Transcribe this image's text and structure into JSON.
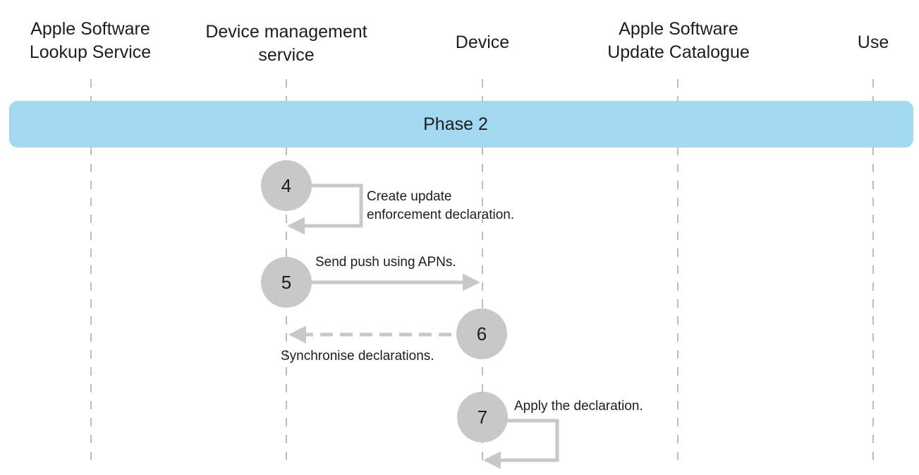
{
  "lanes": [
    {
      "id": "lookup",
      "title": "Apple Software\nLookup Service"
    },
    {
      "id": "dms",
      "title": "Device management\nservice"
    },
    {
      "id": "device",
      "title": "Device"
    },
    {
      "id": "catalogue",
      "title": "Apple Software\nUpdate Catalogue"
    },
    {
      "id": "user",
      "title": "Use"
    }
  ],
  "phase": {
    "label": "Phase 2",
    "color": "#a3d9f0"
  },
  "colors": {
    "step_circle": "#c8c8c8",
    "arrow": "#c8c8c8",
    "lifeline": "#9a9a9a",
    "text": "#1d1d1f"
  },
  "steps": [
    {
      "number": "4",
      "text_line1": "Create update",
      "text_line2": "enforcement declaration.",
      "from": "dms",
      "to": "dms",
      "style": "solid"
    },
    {
      "number": "5",
      "text": "Send push using APNs.",
      "from": "dms",
      "to": "device",
      "style": "solid"
    },
    {
      "number": "6",
      "text": "Synchronise declarations.",
      "from": "device",
      "to": "dms",
      "style": "dashed"
    },
    {
      "number": "7",
      "text": "Apply the declaration.",
      "from": "device",
      "to": "device",
      "style": "solid"
    }
  ]
}
